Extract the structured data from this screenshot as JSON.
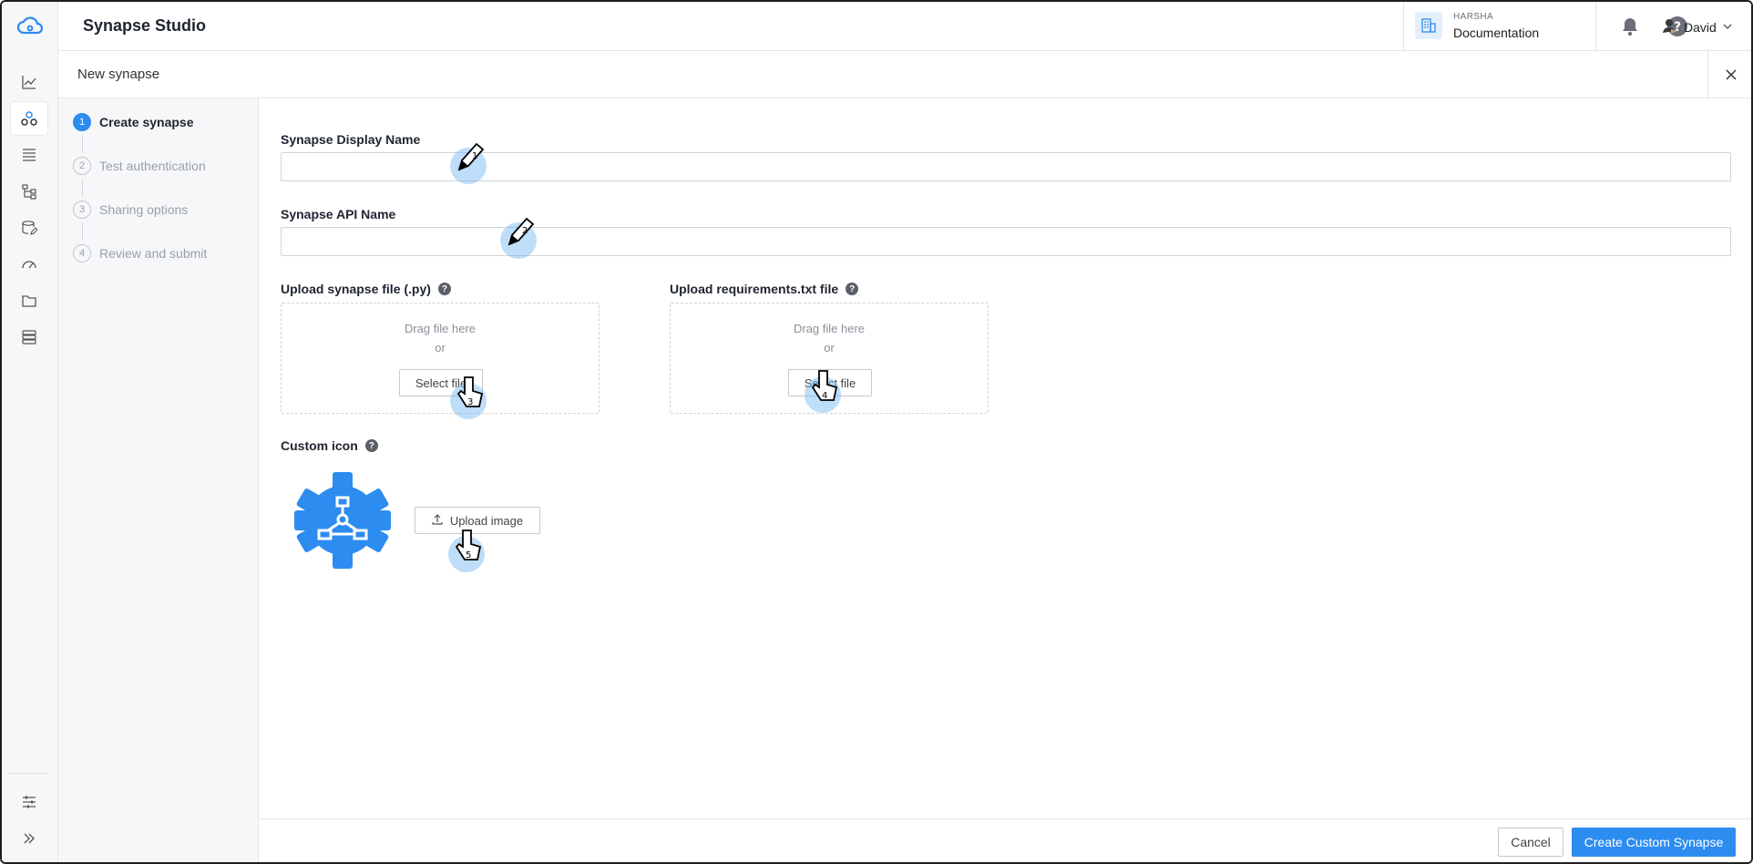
{
  "app": {
    "title": "Synapse Studio"
  },
  "org": {
    "label": "HARSHA",
    "name": "Documentation"
  },
  "user": {
    "name": "David"
  },
  "rail": {
    "items": [
      "analytics-icon",
      "synapse-icon",
      "list-icon",
      "workflow-icon",
      "database-edit-icon",
      "gauge-icon",
      "folder-icon",
      "stack-icon"
    ],
    "bottom": [
      "settings-sliders-icon",
      "expand-icon"
    ]
  },
  "modal": {
    "title": "New synapse"
  },
  "steps": [
    {
      "num": "1",
      "label": "Create synapse"
    },
    {
      "num": "2",
      "label": "Test authentication"
    },
    {
      "num": "3",
      "label": "Sharing options"
    },
    {
      "num": "4",
      "label": "Review and submit"
    }
  ],
  "form": {
    "display_name_label": "Synapse Display Name",
    "display_name_value": "",
    "api_name_label": "Synapse API Name",
    "api_name_value": "",
    "upload_py": {
      "label": "Upload synapse file (.py)",
      "drag": "Drag file here",
      "or": "or",
      "button": "Select file"
    },
    "upload_req": {
      "label": "Upload requirements.txt file",
      "drag": "Drag file here",
      "or": "or",
      "button": "Select file"
    },
    "custom_icon": {
      "label": "Custom icon",
      "button": "Upload image"
    },
    "help_glyph": "?"
  },
  "markers": [
    "1",
    "2",
    "3",
    "4",
    "5"
  ],
  "footer": {
    "cancel": "Cancel",
    "create": "Create Custom Synapse"
  },
  "colors": {
    "accent": "#2d8cf0",
    "gear": "#2d8cf0"
  }
}
